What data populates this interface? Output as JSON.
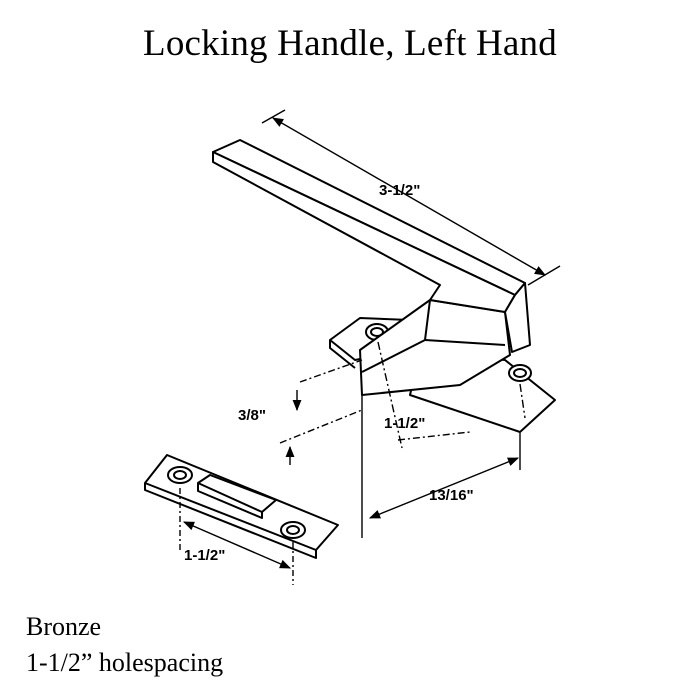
{
  "title": "Locking Handle, Left Hand",
  "dimensions": {
    "handle_length": "3-1/2\"",
    "height": "3/8\"",
    "base_holespacing": "1-1/2\"",
    "offset": "13/16\"",
    "keeper_holespacing": "1-1/2\""
  },
  "footer": {
    "finish": "Bronze",
    "holespacing": "1-1/2” holespacing"
  }
}
